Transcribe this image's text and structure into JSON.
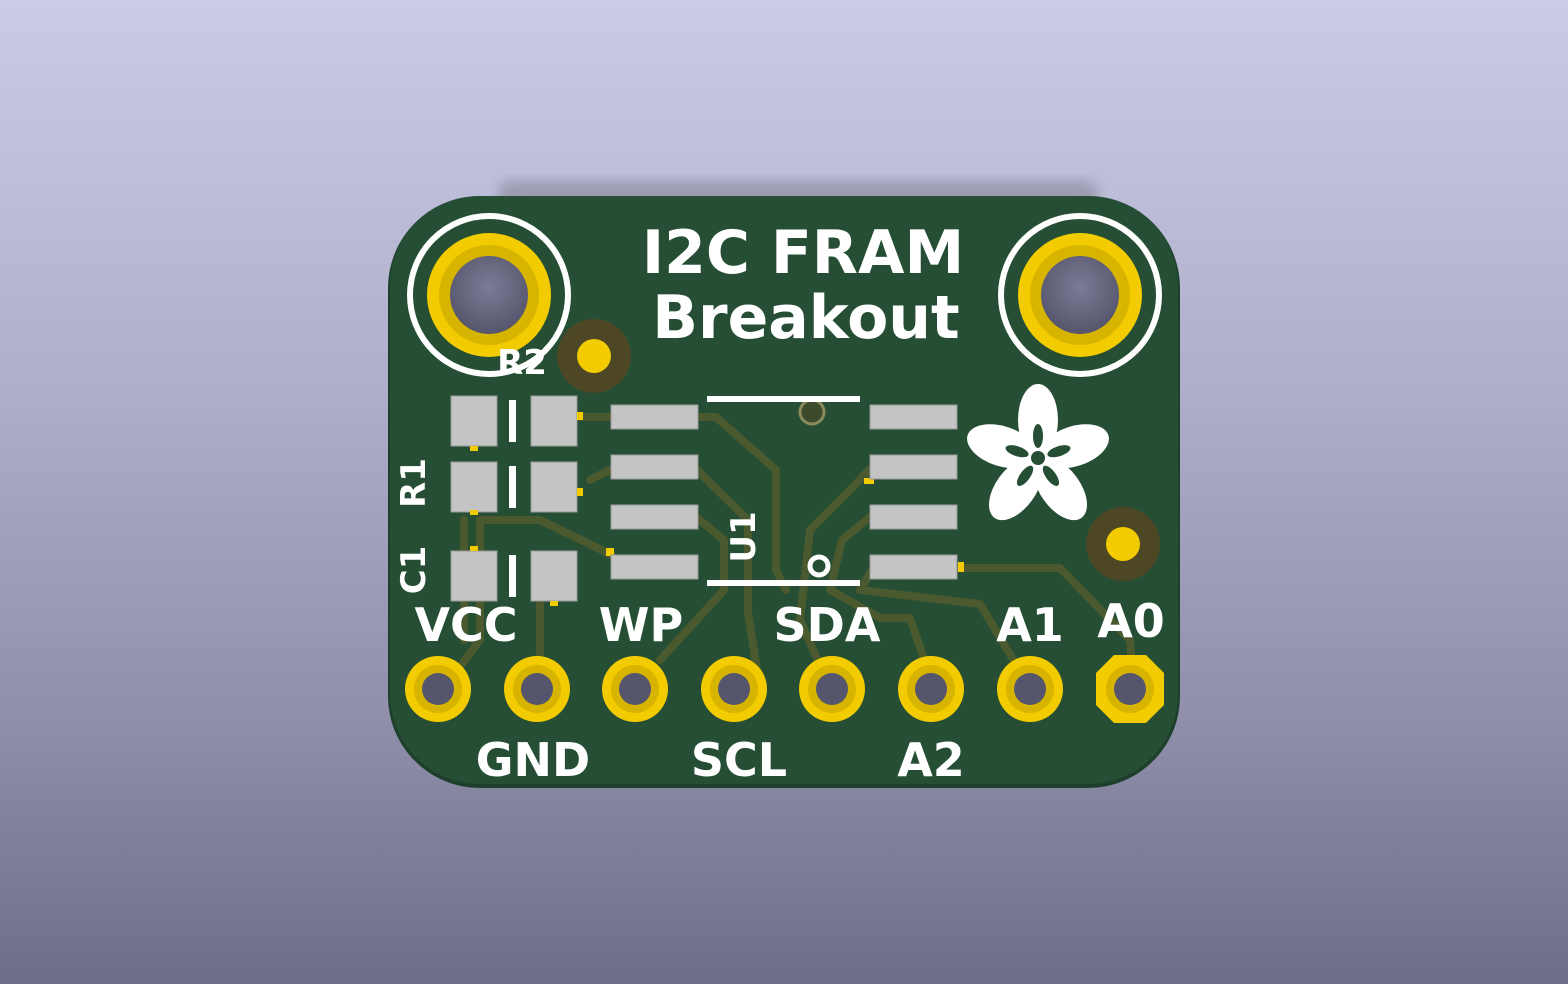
{
  "board": {
    "title_line1": "I2C FRAM",
    "title_line2": "Breakout",
    "colors": {
      "soldermask": "#254e35",
      "copper_trace": "#4a5a2e",
      "gold": "#f2cb00",
      "pad_metal": "#c4c4c4",
      "silkscreen": "#ffffff",
      "background_top": "#cacbe4",
      "background_bottom": "#6d6d88"
    }
  },
  "designators": {
    "r2": "R2",
    "r1": "R1",
    "c1": "C1",
    "u1": "U1"
  },
  "pins": {
    "vcc": "VCC",
    "gnd": "GND",
    "wp": "WP",
    "scl": "SCL",
    "sda": "SDA",
    "a2": "A2",
    "a1": "A1",
    "a0": "A0"
  },
  "logo": {
    "icon": "adafruit-flower-icon"
  }
}
